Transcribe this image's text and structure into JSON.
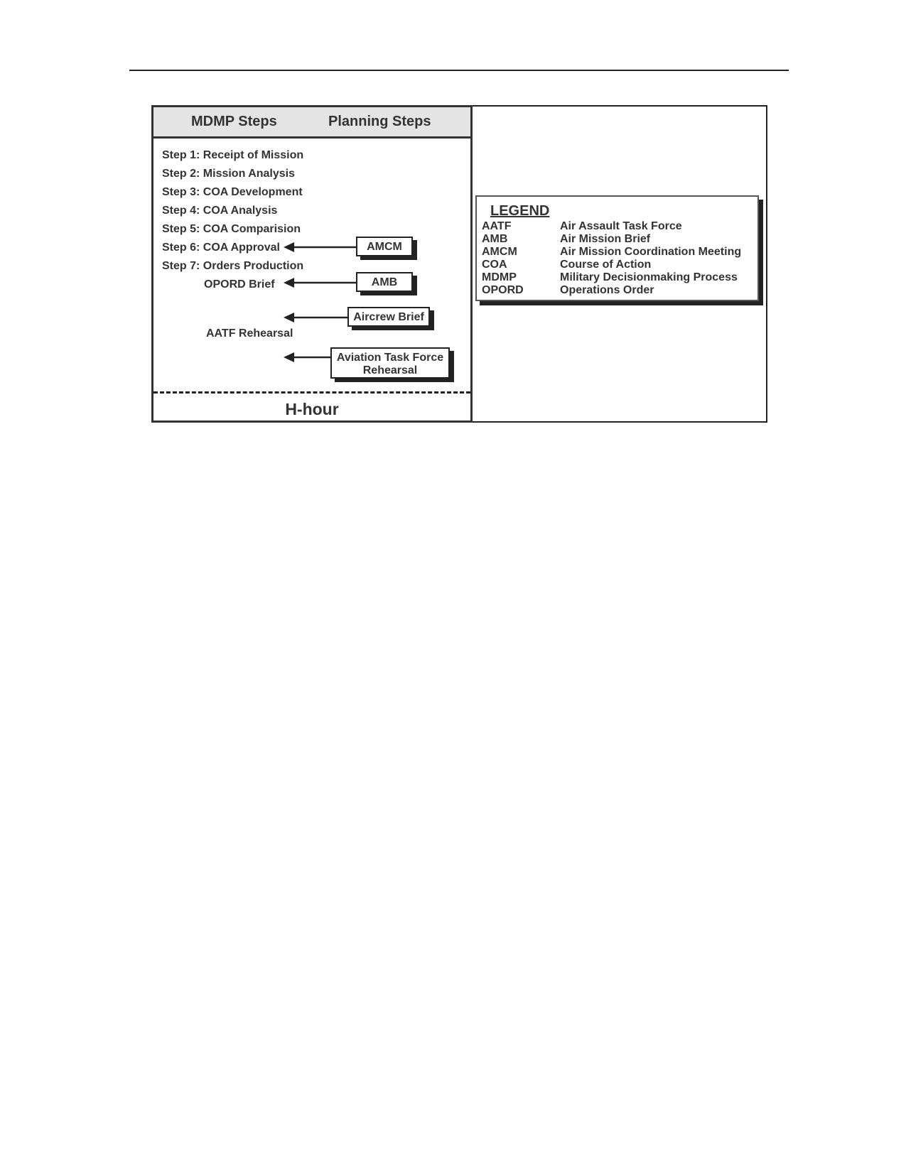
{
  "diagram": {
    "headers": {
      "mdmp": "MDMP Steps",
      "planning": "Planning Steps"
    },
    "steps": [
      "Step 1: Receipt of Mission",
      "Step 2: Mission Analysis",
      "Step 3: COA Development",
      "Step 4: COA Analysis",
      "Step 5: COA Comparision",
      "Step 6: COA Approval",
      "Step 7: Orders Production"
    ],
    "sub_steps": {
      "opord_brief": "OPORD Brief",
      "aatf_rehearsal": "AATF Rehearsal"
    },
    "planning_boxes": {
      "amcm": "AMCM",
      "amb": "AMB",
      "aircrew_brief": "Aircrew Brief",
      "aviation_line1": "Aviation Task Force",
      "aviation_line2": "Rehearsal"
    },
    "h_hour": "H-hour"
  },
  "legend": {
    "title": "LEGEND",
    "entries": [
      {
        "abbr": "AATF",
        "def": "Air Assault Task Force"
      },
      {
        "abbr": "AMB",
        "def": "Air Mission Brief"
      },
      {
        "abbr": "AMCM",
        "def": "Air Mission Coordination Meeting"
      },
      {
        "abbr": "COA",
        "def": "Course of Action"
      },
      {
        "abbr": "MDMP",
        "def": "Military Decisionmaking Process"
      },
      {
        "abbr": "OPORD",
        "def": "Operations Order"
      }
    ]
  }
}
